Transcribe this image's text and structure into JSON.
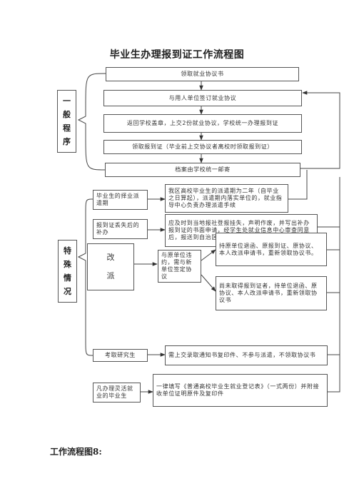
{
  "title": "毕业生办理报到证工作流程图",
  "general": {
    "label": "一般程序",
    "steps": [
      "领取就业协议书",
      "与用人单位签订就业协议",
      "返回学校盖章，上交2份就业协议，学校统一办理报到证",
      "领取报到证（毕业前上交协议者离校时领取报到证）",
      "档案由学校统一邮寄"
    ]
  },
  "special": {
    "label": "特殊情况",
    "cases": {
      "expired": {
        "label": "毕业生的择业派遣期",
        "desc": "我区高校毕业生的派遣期为二年（自毕业之日算起），派遣期内落实单位的，就业指导中心负责办理派遣手续"
      },
      "lost": {
        "label": "报到证丢失后的补办",
        "desc": "应及时到当地报社登报挂失，声明作废，并写出补办报到证的书面申请，经学生处就业信息中心审查同意后，报送到自治区毕业生就业主管部门补办"
      },
      "reassign": {
        "label": "改派",
        "middle": "与原单位违约，需与新单位签定协议",
        "option_a": "持原单位退函、原报到证、原协议、本人改派申请书，重新领取协议书。",
        "option_b": "尚未取得报到证者，持单位退函、原协议、本人改派申请书，重新领取协议书"
      },
      "grad_school": {
        "label": "考取研究生",
        "desc": "需上交录取通知书复印件、不参与派遣，不领取协议书"
      },
      "flexible": {
        "label": "凡办理灵活就业的毕业生",
        "desc": "一律填写《普通高校毕业生就业登记表》（一式两份）并附接收单位证明原件及复印件"
      }
    }
  },
  "footer": "工作流程图8:"
}
